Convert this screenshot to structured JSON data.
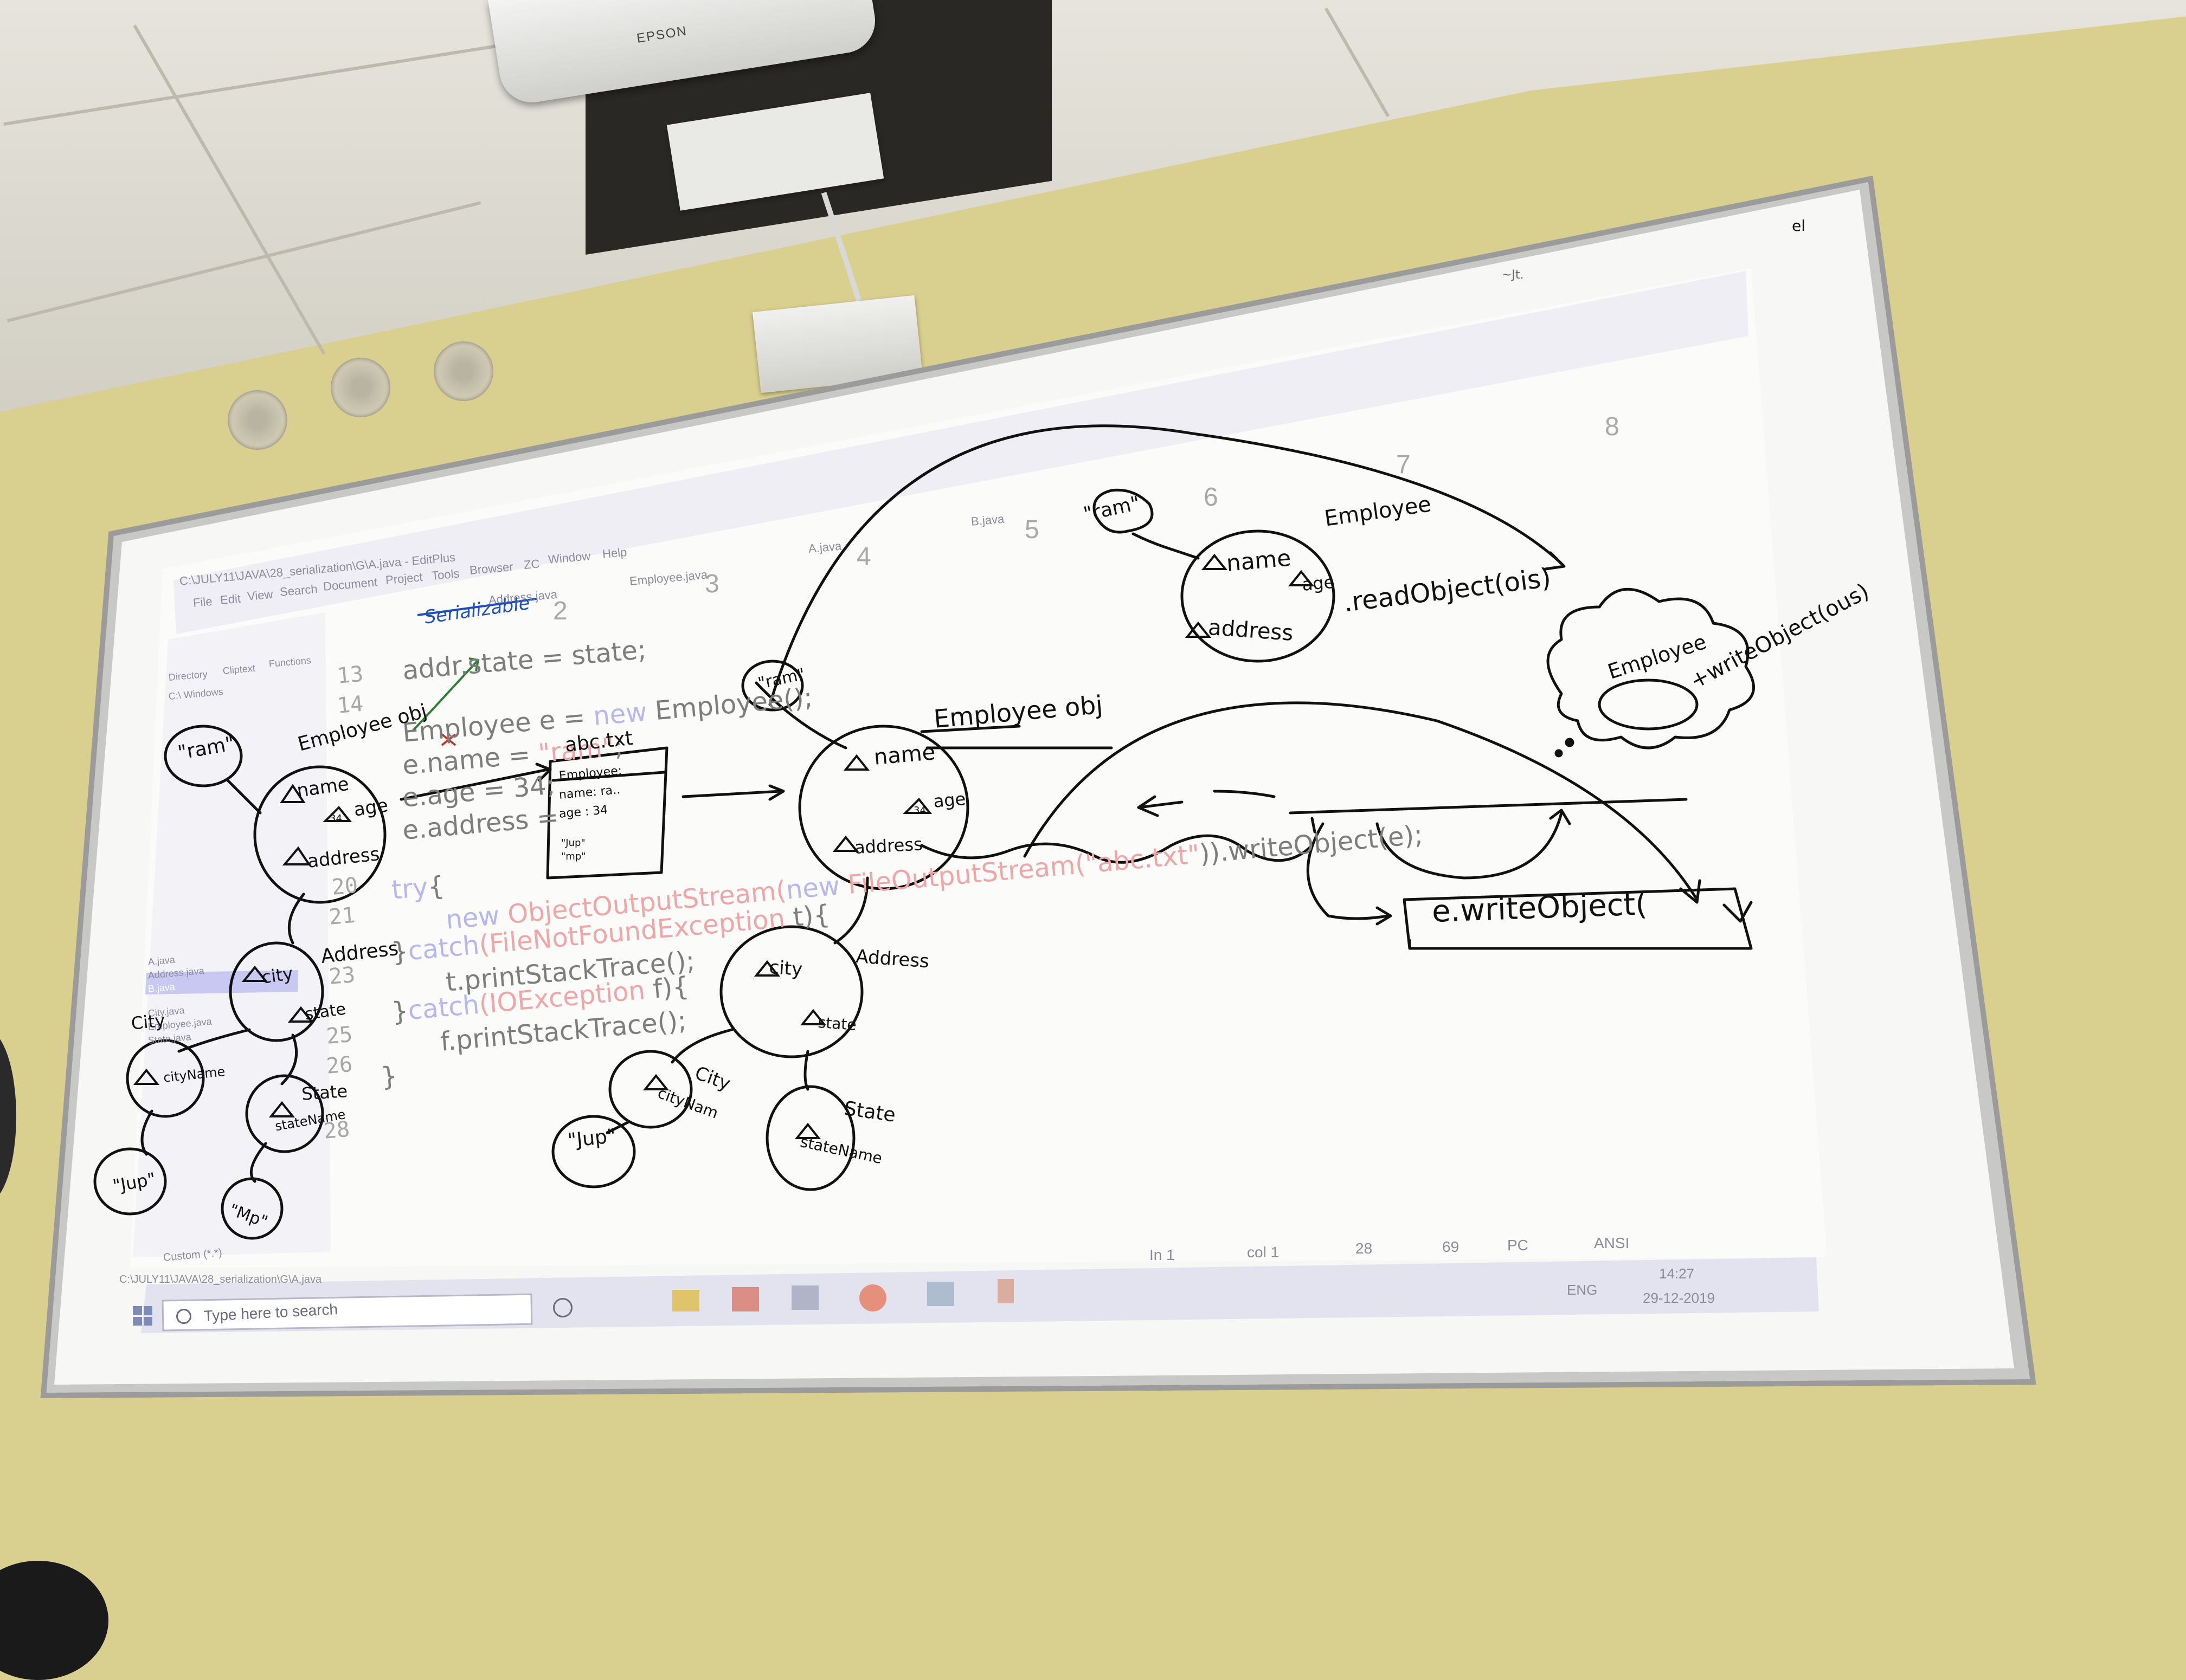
{
  "projector": {
    "brand": "EPSON"
  },
  "editor": {
    "window_title": "C:\\JULY11\\JAVA\\28_serialization\\G\\A.java - EditPlus",
    "menu": [
      "File",
      "Edit",
      "View",
      "Search",
      "Document",
      "Project",
      "Tools",
      "Browser",
      "ZC",
      "Window",
      "Help"
    ],
    "tabs": [
      "Address.java",
      "Employee.java",
      "A.java",
      "B.java"
    ],
    "sidebar": {
      "tabs": [
        "Directory",
        "Cliptext",
        "Functions"
      ],
      "drive": "C:\\ Windows",
      "files": [
        "A.java",
        "Address.java",
        "B.java",
        "City.java",
        "Employee.java",
        "State.java"
      ],
      "filter": "Custom (*.*)"
    },
    "ruler": [
      "2",
      "3",
      "4",
      "5",
      "6",
      "7",
      "8"
    ],
    "line_numbers": [
      "13",
      "14",
      "",
      "",
      "",
      "",
      "",
      "20",
      "21",
      "",
      "23",
      "",
      "25",
      "26",
      "",
      "28"
    ],
    "code": {
      "l13": "addr.state = state;",
      "l15_a": "Employee e = ",
      "l15_kw": "new",
      "l15_b": " Employee();",
      "l16_a": "e.name = ",
      "l16_str": "\"ram\"",
      "l16_b": ";",
      "l17": "e.age = 34;",
      "l18": "e.address = ",
      "l20_kw": "try",
      "l20_b": "{",
      "l21_kw": "new",
      "l21_type": " ObjectOutputStream(",
      "l21_kw2": "new",
      "l21_type2": " FileOutputStream(",
      "l21_str": "\"abc.txt\"",
      "l21_b": ")).writeObject(e);",
      "l22_a": "}",
      "l22_kw": "catch",
      "l22_type": "(FileNotFoundException",
      "l22_b": " t){",
      "l23": "t.printStackTrace();",
      "l24_a": "}",
      "l24_kw": "catch",
      "l24_type": "(IOException",
      "l24_b": " f){",
      "l25": "f.printStackTrace();",
      "l26": "}"
    },
    "statusbar": {
      "ln": "In 1",
      "col": "col 1",
      "val1": "28",
      "val2": "69",
      "mode": "PC",
      "enc": "ANSI",
      "path": "C:\\JULY11\\JAVA\\28_serialization\\G\\A.java"
    },
    "taskbar": {
      "search_placeholder": "Type here to search",
      "lang": "ENG",
      "time": "14:27",
      "date": "29-12-2019"
    }
  },
  "handwriting": {
    "serializable": "Serializable",
    "ram_left": "\"ram\"",
    "employee_obj_left": "Employee obj",
    "name": "name",
    "age": "age",
    "age_val": "34",
    "address": "address",
    "abc_txt": "abc.txt",
    "file_employee": "Employee;",
    "file_name": "name: ra..",
    "file_age": "age : 34",
    "file_jup": "\"Jup\"",
    "file_mp": "\"mp\"",
    "address_label_left": "Address",
    "city": "city",
    "state": "state",
    "city_label": "City",
    "city_name": "cityName",
    "state_label": "State",
    "state_name": "stateName",
    "jup_left": "\"Jup\"",
    "mp_left": "\"Mp\"",
    "ram_center": "\"ram\"",
    "employee_obj_center": "Employee obj",
    "address_label_center": "Address",
    "city_label_center": "City",
    "city_nam_center": "cityNam",
    "state_label_center": "State",
    "state_name_center": "stateName",
    "jup_center": "\"Jup\"",
    "ram_top": "\"ram\"",
    "employee_top": "Employee",
    "name_top": "name",
    "age_top": "age",
    "address_top": "address",
    "read_object": ".readObject(ois)",
    "employee_cloud": "Employee",
    "write_object_ous": "+writeObject(ous)",
    "e_write_object": "e.writeObject(",
    "corner_mark": "el",
    "top_right_note": "~Jt."
  },
  "colors": {
    "wall": "#d9cf8e",
    "board": "#f7f7f5",
    "marker": "#111111",
    "marker_red": "#c0392b",
    "marker_blue": "#1f4fbf",
    "marker_green": "#2e7d32"
  }
}
